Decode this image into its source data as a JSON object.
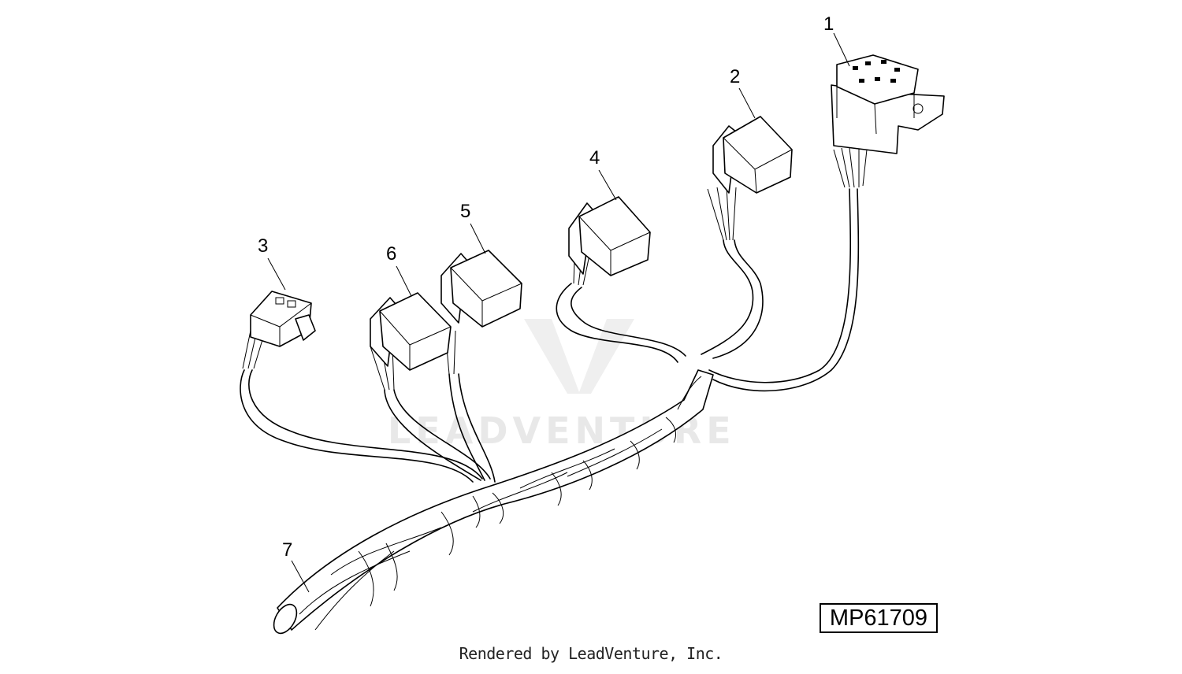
{
  "callouts": [
    "1",
    "2",
    "3",
    "4",
    "5",
    "6",
    "7"
  ],
  "reference_code": "MP61709",
  "footer": "Rendered by LeadVenture, Inc.",
  "watermark": "LEADVENTURE"
}
